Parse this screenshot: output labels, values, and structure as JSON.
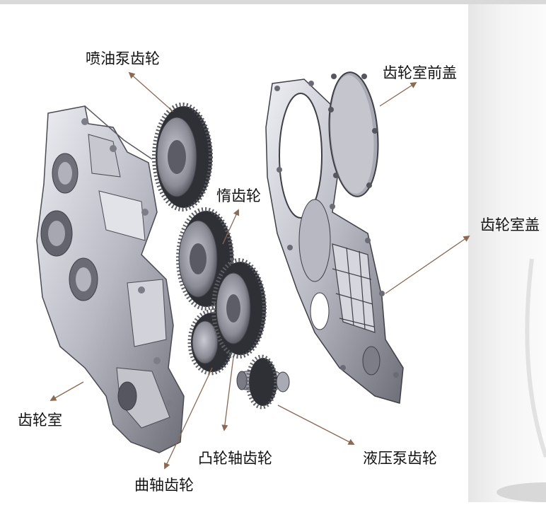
{
  "labels": {
    "injection_pump_gear": "喷油泵齿轮",
    "idler_gear": "惰齿轮",
    "gear_chamber": "齿轮室",
    "crankshaft_gear": "曲轴齿轮",
    "camshaft_gear": "凸轮轴齿轮",
    "hydraulic_pump_gear": "液压泵齿轮",
    "gear_chamber_cover": "齿轮室盖",
    "gear_chamber_front_cover": "齿轮室前盖"
  },
  "colors": {
    "leader_arrow": "#8a6a52",
    "metal_light": "#dcdde4",
    "metal_mid": "#9a9ba6",
    "metal_dark": "#3e3f47"
  }
}
